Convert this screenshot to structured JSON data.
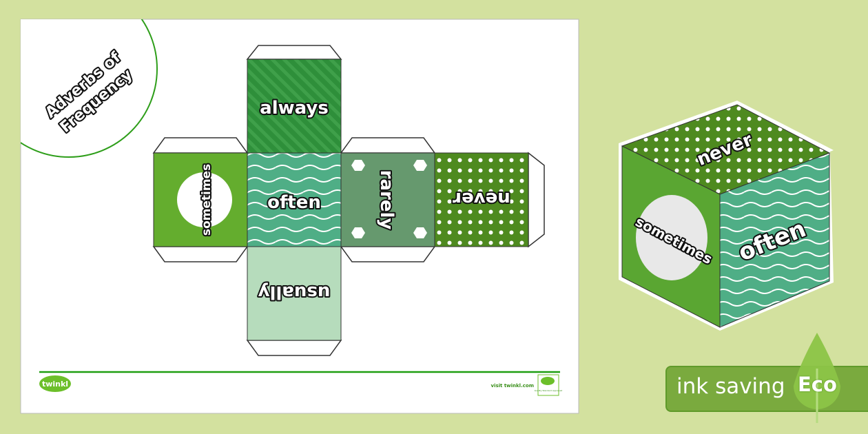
{
  "title": "Adverbs of Frequency",
  "title_line1": "Adverbs of",
  "title_line2": "Frequency",
  "faces": {
    "always": "always",
    "sometimes": "sometimes",
    "often": "often",
    "rarely": "rarely",
    "never": "never",
    "usually": "usually"
  },
  "footer": {
    "logo": "twinkl",
    "url": "visit twinkl.com",
    "badge": "Quality Standard Approved"
  },
  "eco_banner": {
    "label": "ink saving",
    "badge": "Eco"
  },
  "colors": {
    "background": "#d3e19f",
    "accent": "#2e9e1a",
    "face_green": "#5aa632"
  }
}
